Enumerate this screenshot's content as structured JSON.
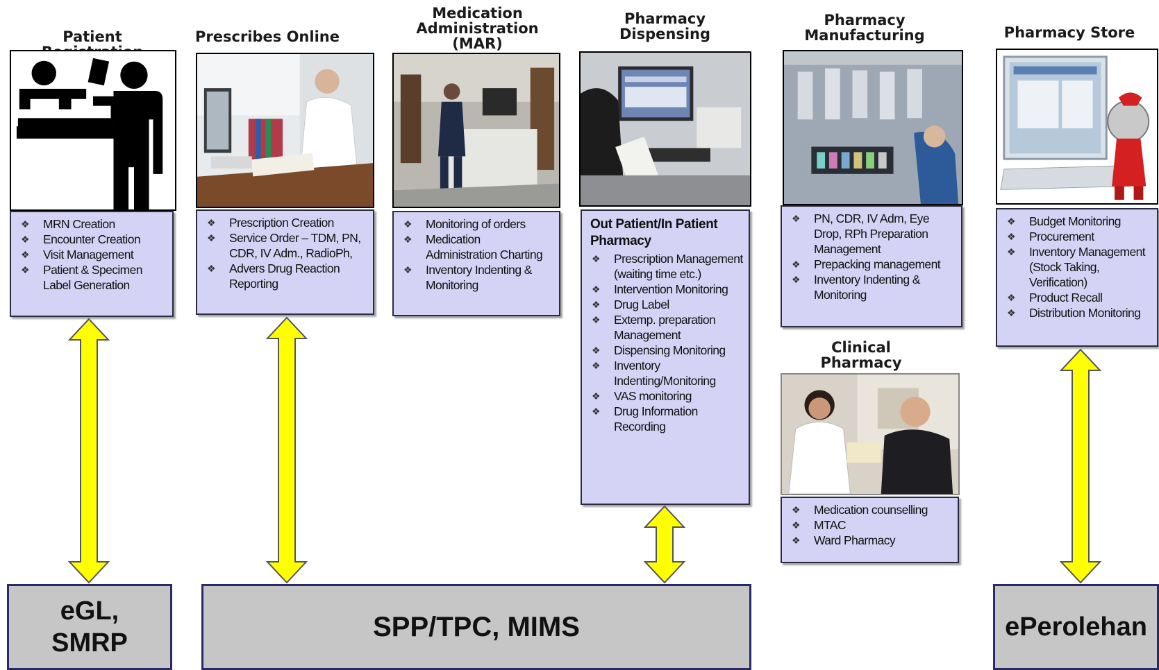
{
  "columns": [
    {
      "id": "patient-registration",
      "title": "Patient Registration",
      "image": "patient-registration-pictogram",
      "items": [
        "MRN Creation",
        "Encounter Creation",
        "Visit Management",
        "Patient & Specimen Label Generation"
      ]
    },
    {
      "id": "prescribes-online",
      "title": "Prescribes Online",
      "image": "doctor-at-computer-photo",
      "items": [
        "Prescription Creation",
        "Service Order – TDM, PN, CDR, IV Adm., RadioPh,",
        "Advers Drug Reaction Reporting"
      ]
    },
    {
      "id": "mar",
      "title": "Medication Administration (MAR)",
      "image": "nurse-at-workstation-photo",
      "items": [
        "Monitoring of orders",
        "Medication Administration Charting",
        "Inventory Indenting & Monitoring"
      ]
    },
    {
      "id": "pharmacy-dispensing",
      "title": "Pharmacy Dispensing",
      "image": "pharmacist-at-computer-photo",
      "heading": "Out Patient/In Patient Pharmacy",
      "items": [
        "Prescription Management (waiting time etc.)",
        "Intervention Monitoring",
        "Drug Label",
        "Extemp. preparation Management",
        "Dispensing Monitoring",
        "Inventory Indenting/Monitoring",
        "VAS monitoring",
        "Drug Information Recording"
      ]
    },
    {
      "id": "pharmacy-manufacturing",
      "title": "Pharmacy Manufacturing",
      "image": "iv-bags-compounding-photo",
      "items": [
        "PN, CDR, IV Adm, Eye Drop, RPh Preparation Management",
        "Prepacking management",
        "Inventory Indenting & Monitoring"
      ]
    },
    {
      "id": "clinical-pharmacy",
      "title": "Clinical Pharmacy",
      "image": "pharmacist-counselling-patient-photo",
      "items": [
        "Medication counselling",
        "MTAC",
        "Ward Pharmacy"
      ]
    },
    {
      "id": "pharmacy-store",
      "title": "Pharmacy Store",
      "image": "computer-with-robot-mascot",
      "items": [
        "Budget Monitoring",
        "Procurement",
        "Inventory Management (Stock Taking, Verification)",
        "Product Recall",
        "Distribution Monitoring"
      ]
    }
  ],
  "systems": [
    {
      "id": "egl",
      "label": "eGL, SMRP"
    },
    {
      "id": "spp",
      "label": "SPP/TPC, MIMS"
    },
    {
      "id": "eperolehan",
      "label": "ePerolehan"
    }
  ],
  "colors": {
    "arrow_fill": "#ffff00",
    "arrow_stroke": "#555555",
    "list_bg": "#d5d3f5",
    "system_bg": "#c6c6c6",
    "system_border": "#2a2a6a"
  }
}
